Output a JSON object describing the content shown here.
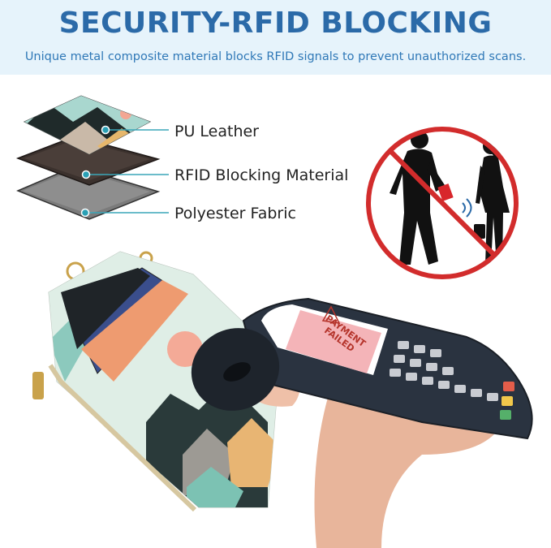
{
  "header": {
    "title": "SECURITY-RFID BLOCKING",
    "subtitle": "Unique metal composite material blocks RFID signals to prevent unauthorized scans."
  },
  "layers": [
    {
      "label": "PU Leather",
      "icon": "pu-leather-layer"
    },
    {
      "label": "RFID Blocking Material",
      "icon": "rfid-blocking-layer"
    },
    {
      "label": "Polyester Fabric",
      "icon": "polyester-fabric-layer"
    }
  ],
  "terminal": {
    "screen_line1": "PAYMENT",
    "screen_line2": "FAILED"
  },
  "colors": {
    "banner_bg": "#e6f3fb",
    "title": "#2b6aa8",
    "subtitle": "#2f78b7",
    "leader_line": "#3aa5b8",
    "prohibition": "#d22c2c",
    "terminal_body": "#2a3340",
    "screen_bg": "#f4b4b8"
  }
}
